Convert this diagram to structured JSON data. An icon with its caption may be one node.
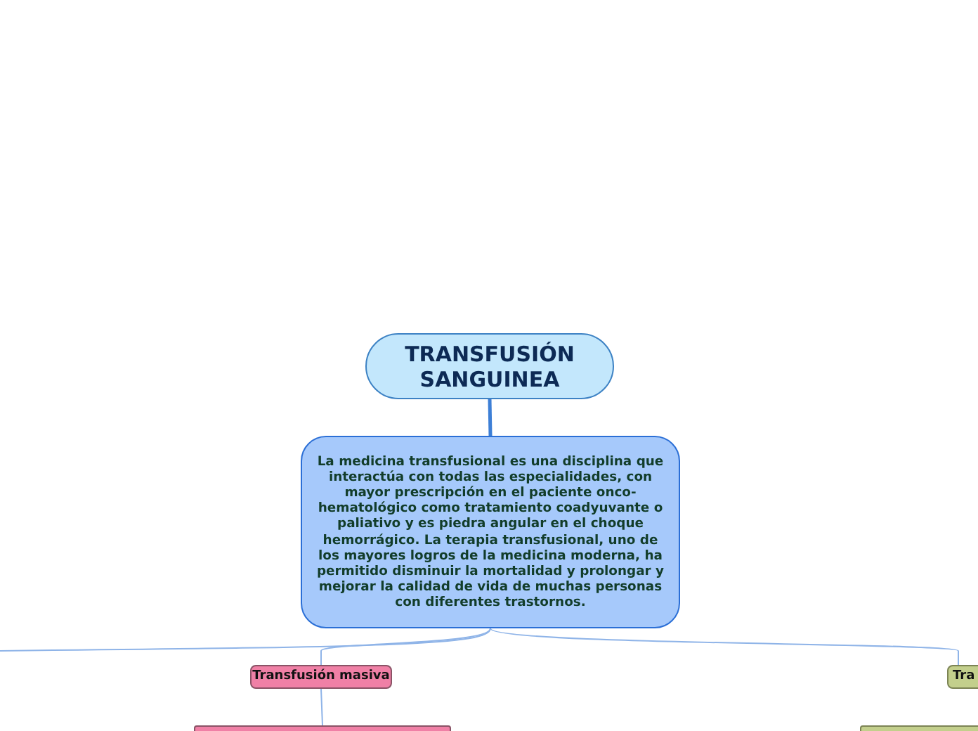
{
  "diagram": {
    "nodes": [
      {
        "text": [
          "TRANSFUSIÓN SANGUINEA"
        ]
      },
      {
        "text": [
          "La medicina transfusional es una disciplina que interactúa con todas las especialidades, con mayor prescripción en el paciente onco-hematológico como tratamiento coadyuvante o paliativo y es piedra angular en el choque hemorrágico. La terapia transfusional, uno de los mayores logros de la medicina moderna, ha permitido disminuir la mortalidad y prolongar y mejorar la calidad de vida de muchas personas con diferentes trastornos."
        ]
      },
      {
        "text": [
          "Transfusión masiva"
        ]
      },
      {
        "text": [
          "Tra"
        ]
      },
      {
        "text": [],
        "shape": "box"
      },
      {
        "text": [],
        "shape": "box"
      }
    ],
    "edges": [
      {
        "from": 0,
        "to": 1,
        "arrow": "none",
        "style": "thick"
      },
      {
        "from": 1,
        "to": null,
        "arrow": "none"
      },
      {
        "from": 1,
        "to": 2,
        "arrow": "none"
      },
      {
        "from": 1,
        "to": 3,
        "arrow": "none"
      },
      {
        "from": 2,
        "to": 4,
        "arrow": "none"
      }
    ]
  }
}
